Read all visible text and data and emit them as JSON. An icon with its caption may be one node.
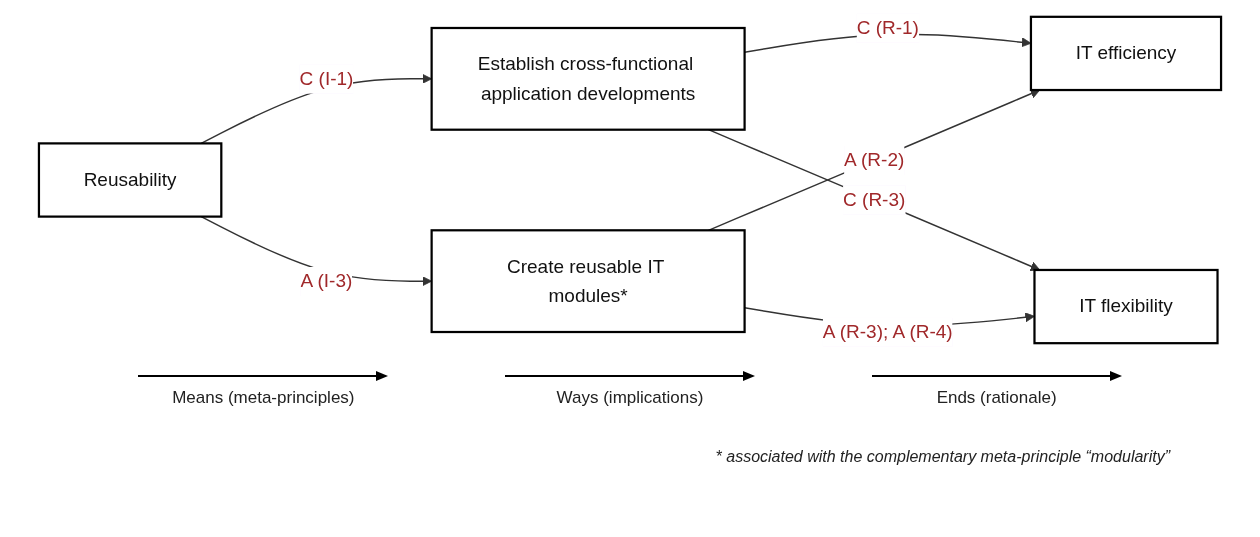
{
  "diagram": {
    "caption": "* associated with the complementary meta-principle “modularity”",
    "nodes": [
      {
        "text": [
          "Reusability"
        ]
      },
      {
        "text": [
          "Establish cross-functional application developments"
        ]
      },
      {
        "text": [
          "Create reusable IT modules*"
        ]
      },
      {
        "text": [
          "IT efficiency"
        ]
      },
      {
        "text": [
          "IT flexibility"
        ]
      }
    ],
    "edges": [
      {
        "from": 0,
        "to": 1,
        "arrow": "to",
        "label": "C (I-1)"
      },
      {
        "from": 0,
        "to": 2,
        "arrow": "to",
        "label": "A (I-3)"
      },
      {
        "from": 1,
        "to": 3,
        "arrow": "to",
        "label": "C (R-1)"
      },
      {
        "from": 2,
        "to": 3,
        "arrow": "to",
        "label": "A (R-2)"
      },
      {
        "from": 1,
        "to": 4,
        "arrow": "to",
        "label": "C (R-3)"
      },
      {
        "from": 2,
        "to": 4,
        "arrow": "to",
        "label": "A (R-3); A (R-4)"
      }
    ],
    "labels": [
      "Means (meta-principles)",
      "Ways (implications)",
      "Ends (rationale)"
    ]
  }
}
